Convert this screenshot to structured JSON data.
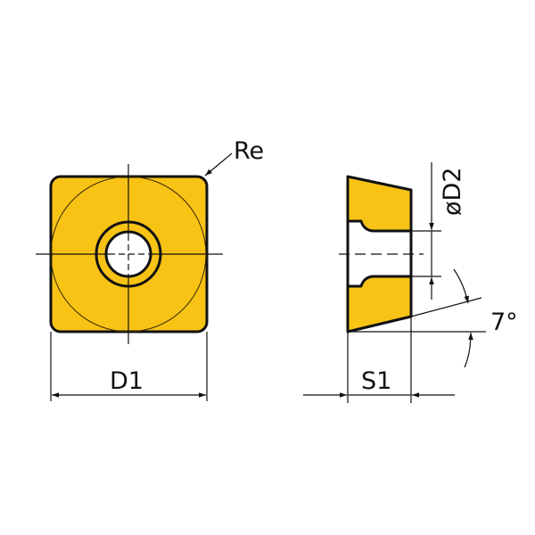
{
  "diagram": {
    "title": "Square indexable insert drawing",
    "colors": {
      "insert_fill": "#F8C315",
      "outline": "#111111",
      "hole_fill": "#FFFFFF"
    },
    "labels": {
      "corner_radius": "Re",
      "inscribed_diameter": "D1",
      "thickness": "S1",
      "hole_diameter": "øD2",
      "clearance_angle": "7°"
    },
    "views": [
      {
        "name": "front-view",
        "shape": "square insert with rounded corners and center hole"
      },
      {
        "name": "side-view",
        "shape": "tapered cross-section with countersunk hole"
      }
    ]
  }
}
